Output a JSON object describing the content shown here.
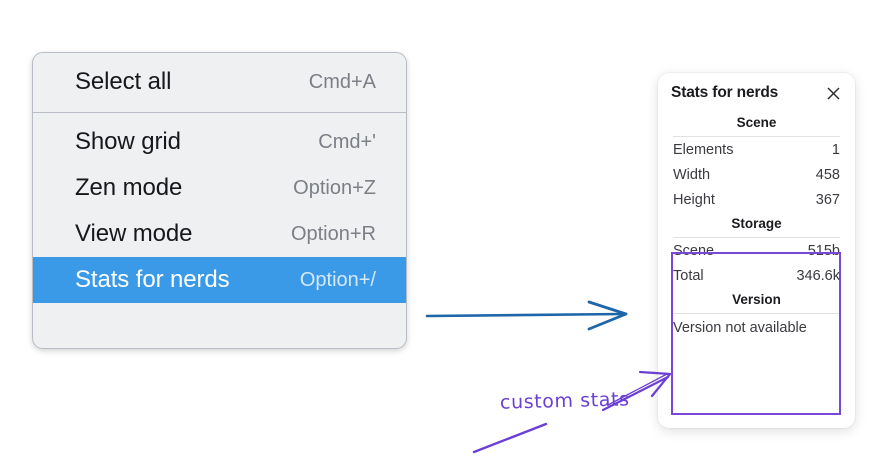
{
  "context_menu": {
    "groups": [
      {
        "items": [
          {
            "label": "Select all",
            "shortcut": "Cmd+A",
            "selected": false
          }
        ]
      },
      {
        "items": [
          {
            "label": "Show grid",
            "shortcut": "Cmd+'",
            "selected": false
          },
          {
            "label": "Zen mode",
            "shortcut": "Option+Z",
            "selected": false
          },
          {
            "label": "View mode",
            "shortcut": "Option+R",
            "selected": false
          },
          {
            "label": "Stats for nerds",
            "shortcut": "Option+/",
            "selected": true
          }
        ]
      }
    ],
    "highlight_color": "#3b9ae8"
  },
  "stats_panel": {
    "title": "Stats for nerds",
    "close_icon": "close-icon",
    "sections": [
      {
        "heading": "Scene",
        "rows": [
          {
            "label": "Elements",
            "value": "1"
          },
          {
            "label": "Width",
            "value": "458"
          },
          {
            "label": "Height",
            "value": "367"
          }
        ]
      },
      {
        "heading": "Storage",
        "rows": [
          {
            "label": "Scene",
            "value": "515b"
          },
          {
            "label": "Total",
            "value": "346.6k"
          }
        ]
      },
      {
        "heading": "Version",
        "full_row": "Version not available"
      }
    ]
  },
  "annotations": {
    "handwritten_label": "custom stats",
    "arrow_blue_color": "#1f66a8",
    "arrow_purple_color": "#6b3fd4",
    "highlight_box_color": "#7a48d8"
  }
}
